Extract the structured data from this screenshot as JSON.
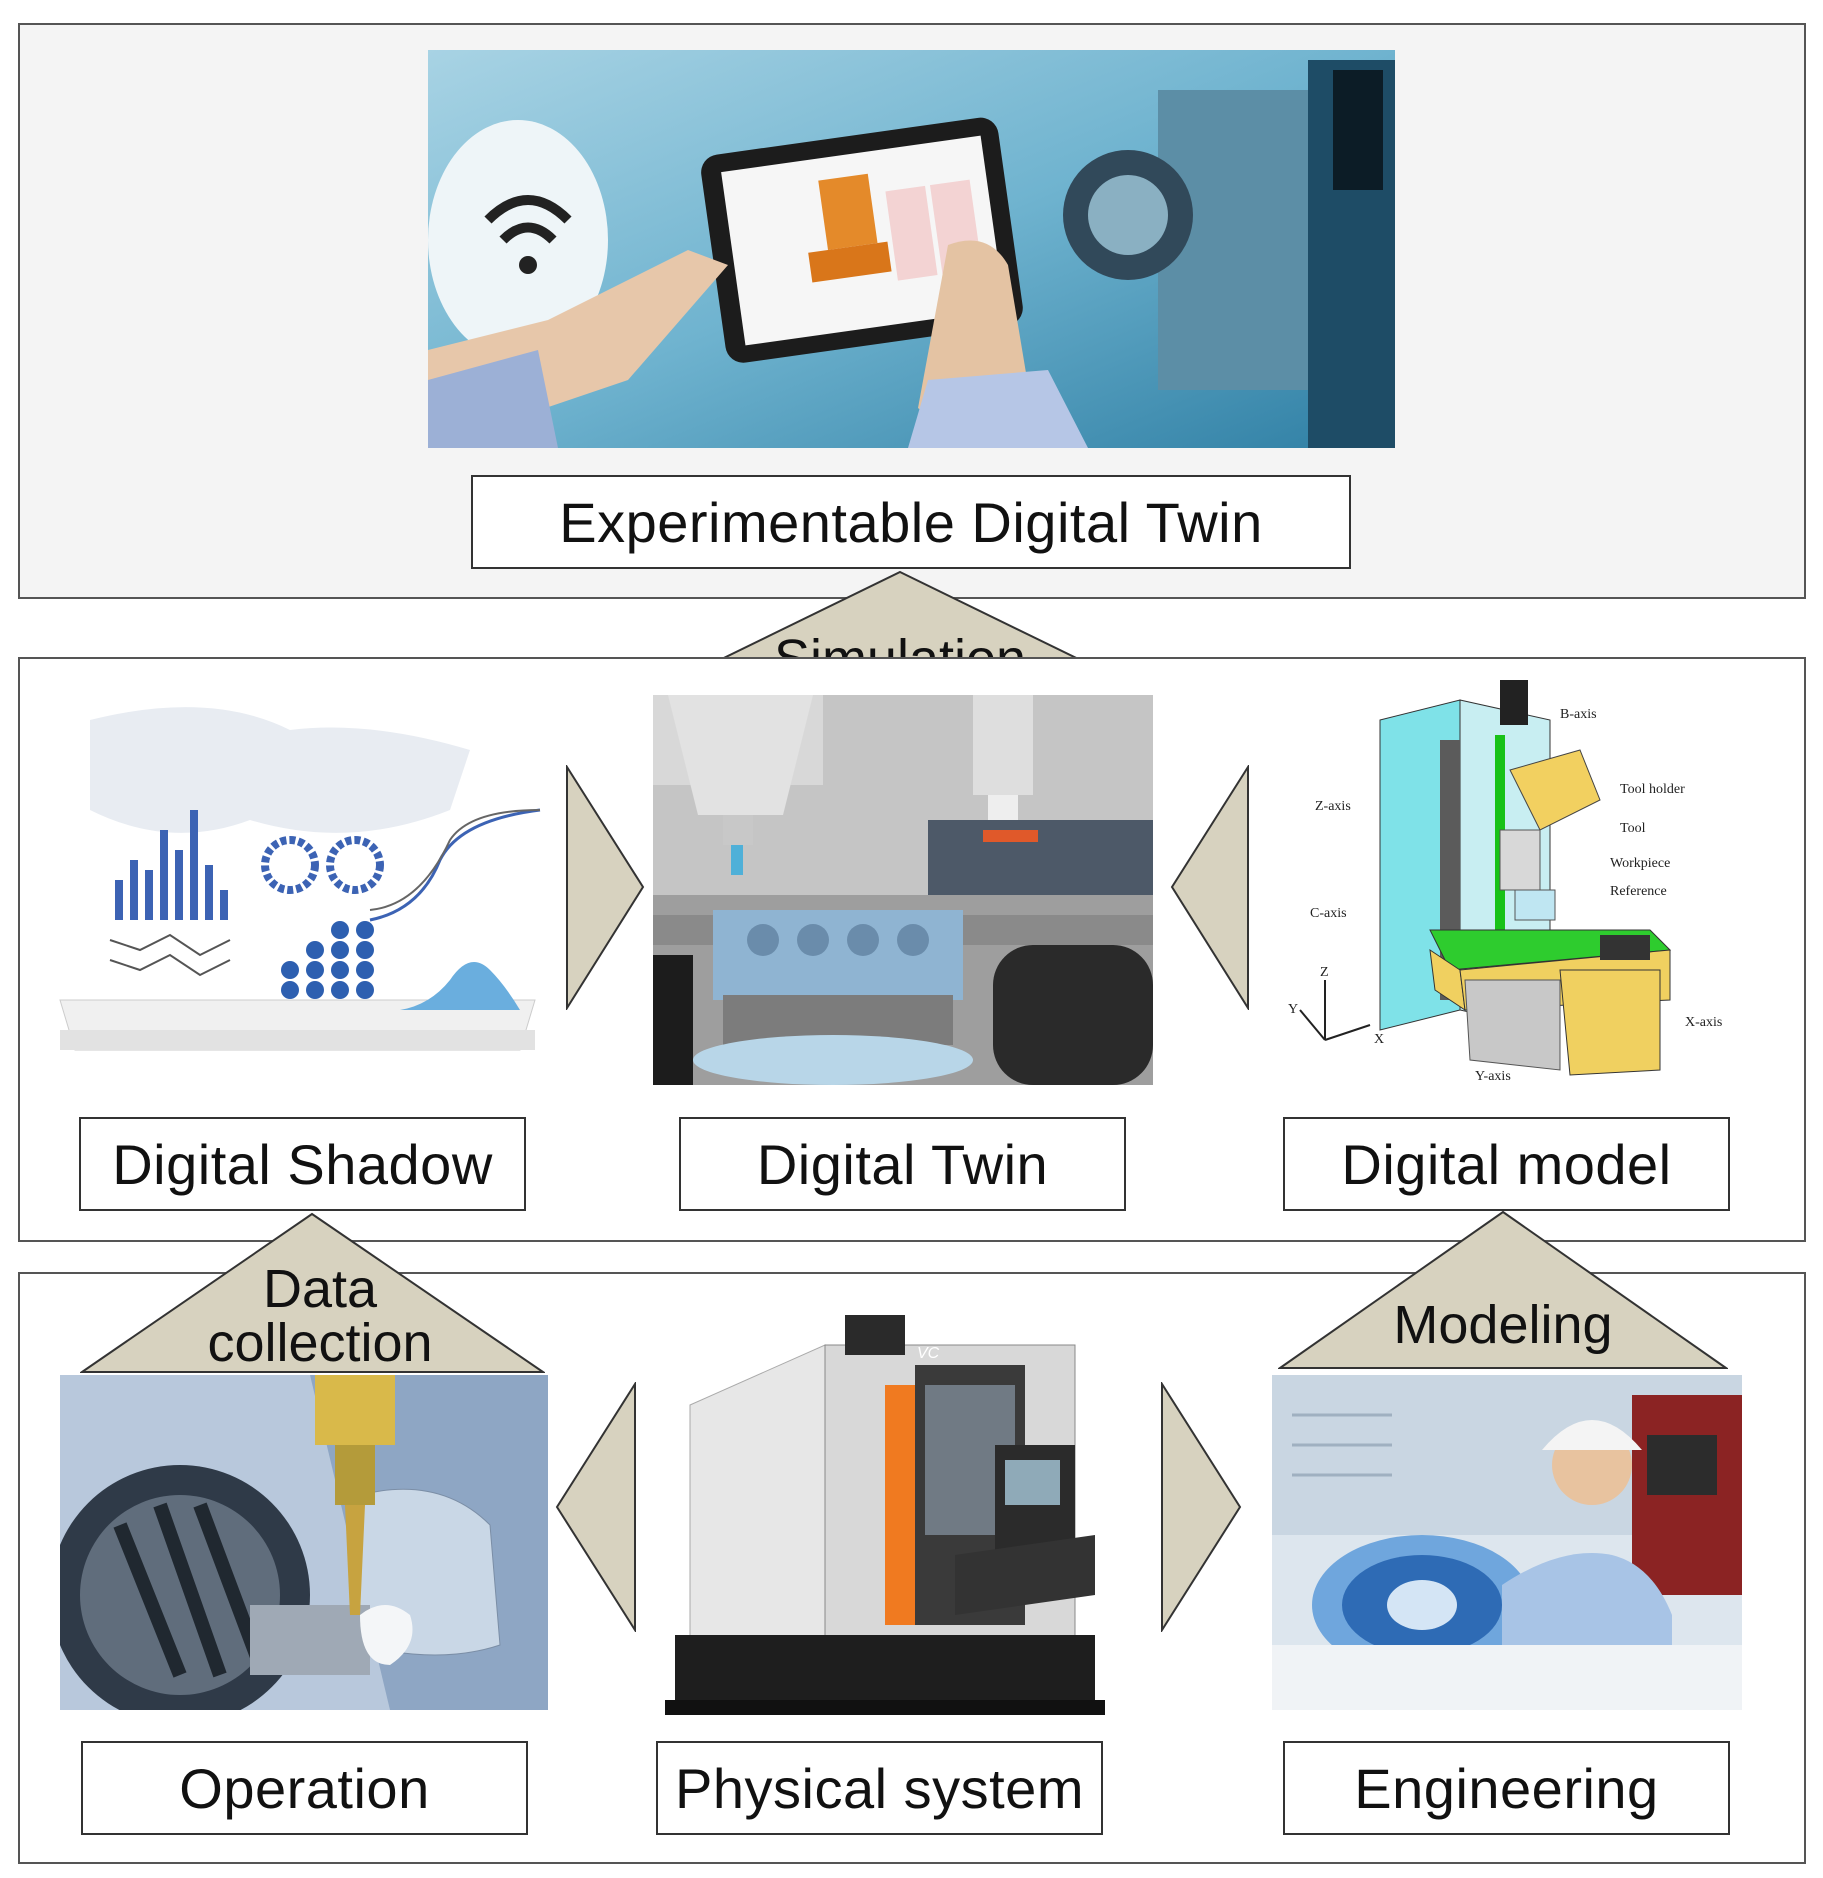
{
  "top": {
    "label": "Experimentable Digital Twin",
    "connector": "Simulation"
  },
  "middle": {
    "left_label": "Digital Shadow",
    "center_label": "Digital Twin",
    "right_label": "Digital model",
    "model_annotations": [
      "B-axis",
      "Tool holder",
      "Tool",
      "Workpiece",
      "Reference",
      "Z-axis",
      "C-axis",
      "X-axis",
      "Y-axis",
      "Z",
      "Y",
      "X"
    ]
  },
  "bottom": {
    "left_label": "Operation",
    "center_label": "Physical system",
    "right_label": "Engineering",
    "left_connector_line1": "Data",
    "left_connector_line2": "collection",
    "right_connector": "Modeling",
    "machine_brand": "VC"
  },
  "colors": {
    "triangle_fill": "#d7d2bf",
    "triangle_stroke": "#333333",
    "panel_border": "#555555"
  }
}
